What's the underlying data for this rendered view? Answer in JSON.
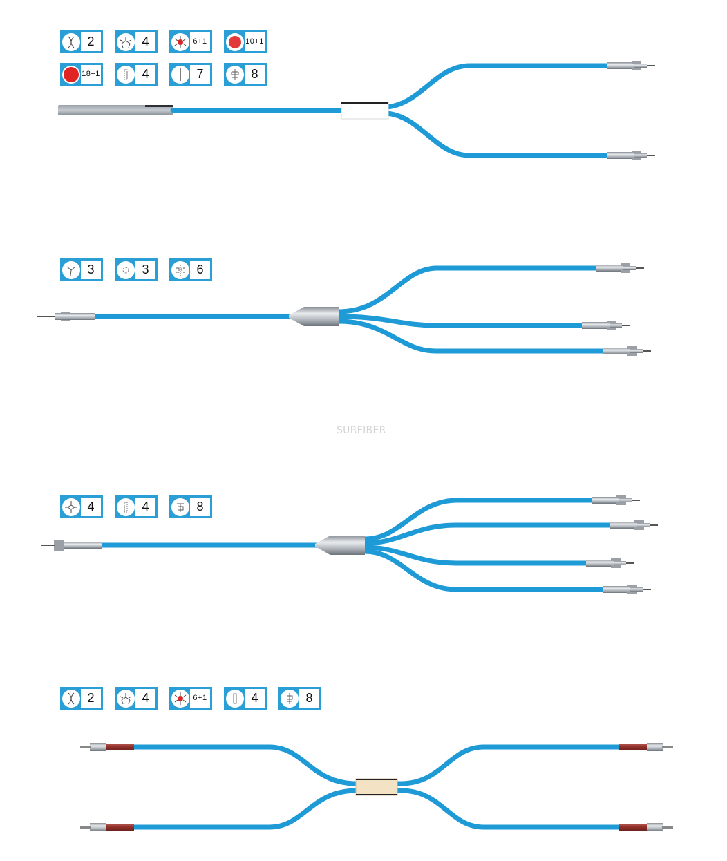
{
  "watermark": "SURFIBER",
  "colors": {
    "cable_blue": "#1e9ad6",
    "badge_blue": "#2a9fd6",
    "steel": "#b9bec4",
    "steel_dark": "#6f767d",
    "red_sleeve": "#9b3a34",
    "splice_white": "#ffffff",
    "splice_cream": "#f3e3c4",
    "core_red": "#e02424"
  },
  "sections": [
    {
      "name": "2-way fan-out with steel tube and white splice",
      "badges": [
        {
          "icon": "fiber-2-core-icon",
          "label": "2"
        },
        {
          "icon": "fiber-4-core-icon",
          "label": "4"
        },
        {
          "icon": "fiber-6plus1-core-icon",
          "label": "6+1"
        },
        {
          "icon": "fiber-10plus1-core-icon",
          "label": "10+1"
        },
        {
          "icon": "fiber-18plus1-core-icon",
          "label": "18+1"
        },
        {
          "icon": "fiber-4-flat-icon",
          "label": "4"
        },
        {
          "icon": "fiber-7-flat-icon",
          "label": "7"
        },
        {
          "icon": "fiber-8-flat-icon",
          "label": "8"
        }
      ],
      "branches": 2
    },
    {
      "name": "3-way fan-out with conical steel splice",
      "badges": [
        {
          "icon": "fiber-3-core-icon",
          "label": "3"
        },
        {
          "icon": "fiber-3-ring-icon",
          "label": "3"
        },
        {
          "icon": "fiber-6-core-icon",
          "label": "6"
        }
      ],
      "branches": 3
    },
    {
      "name": "4-way fan-out with conical steel splice",
      "badges": [
        {
          "icon": "fiber-4-core-icon",
          "label": "4"
        },
        {
          "icon": "fiber-4-flat-icon",
          "label": "4"
        },
        {
          "icon": "fiber-8-flat-icon",
          "label": "8"
        }
      ],
      "branches": 4
    },
    {
      "name": "2-to-2 patch with cream splice and red sleeves",
      "badges": [
        {
          "icon": "fiber-2-core-icon",
          "label": "2"
        },
        {
          "icon": "fiber-4-core-icon",
          "label": "4"
        },
        {
          "icon": "fiber-6plus1-core-icon",
          "label": "6+1"
        },
        {
          "icon": "fiber-4-flat-icon",
          "label": "4"
        },
        {
          "icon": "fiber-8-flat-icon",
          "label": "8"
        }
      ],
      "branches": 4
    }
  ]
}
